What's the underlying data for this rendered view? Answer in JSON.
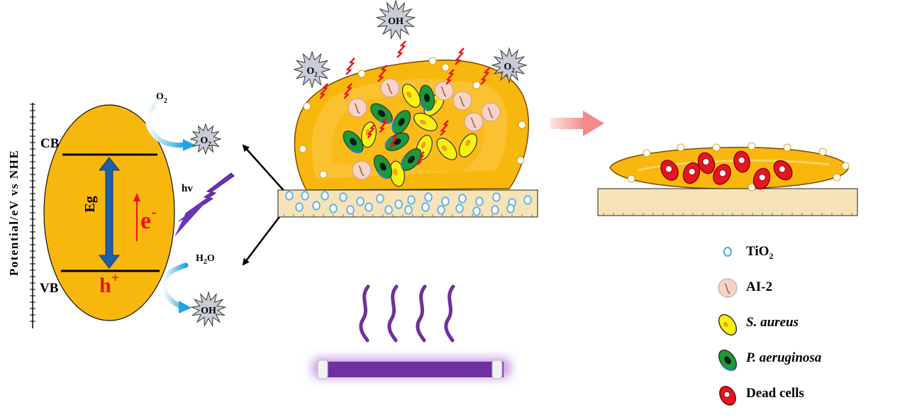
{
  "band_diagram": {
    "axis_label": "Potential/eV vs NHE",
    "cb_label": "CB",
    "vb_label": "VB",
    "gap_label": "Eg",
    "electron_label": "e",
    "electron_sup": "-",
    "hole_label": "h",
    "hole_sup": "+",
    "light_label": "hv",
    "o2_label": "O",
    "o2_sub": "2",
    "h2o_label_a": "H",
    "h2o_label_sub": "2",
    "h2o_label_b": "O",
    "radical_o2": "O",
    "radical_o2_sub": "2",
    "radical_oh": "OH"
  },
  "biofilm": {
    "radicals": [
      "O",
      "OH",
      "O"
    ],
    "radical_sub": "2"
  },
  "legend": [
    {
      "icon": "tio2-icon",
      "label": "TiO",
      "sub": "2"
    },
    {
      "icon": "ai2-icon",
      "label": "AI-2",
      "sub": ""
    },
    {
      "icon": "s-aureus-icon",
      "label": "S. aureus",
      "sub": ""
    },
    {
      "icon": "p-aeruginosa-icon",
      "label": "P. aeruginosa",
      "sub": ""
    },
    {
      "icon": "dead-cell-icon",
      "label": "Dead cells",
      "sub": ""
    }
  ],
  "colors": {
    "semiconductor": "#f8b70d",
    "gap_arrow": "#1f5fa6",
    "red_label": "#e8141e",
    "light_bolt": "#6b35b8",
    "uv_lamp": "#7030a0",
    "substrate": "#f6e3b8",
    "biofilm": "#f8b70d",
    "s_aureus": "#f7f20c",
    "p_aeruginosa": "#1a9a3a",
    "dead_cell": "#e8141e",
    "ai2": "#f7d2c6",
    "tio2": "#9ccff4"
  }
}
